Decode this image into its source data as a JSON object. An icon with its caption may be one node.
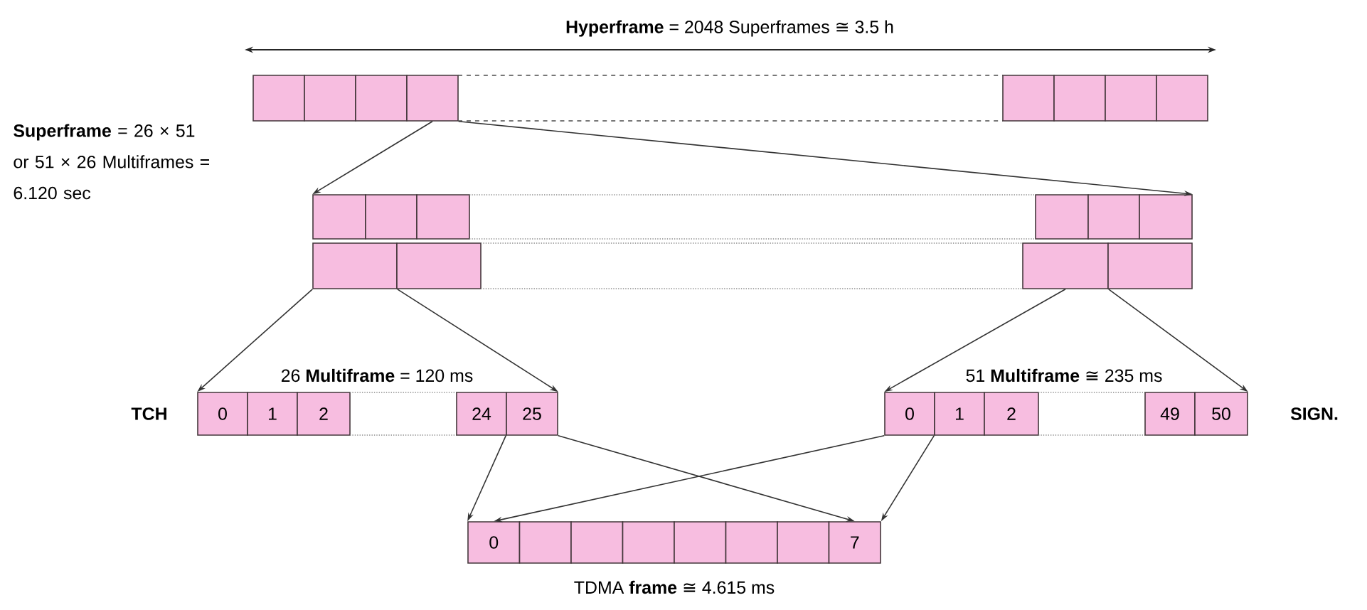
{
  "diagram": {
    "nodes": [
      {
        "text": [],
        "shape": "box"
      },
      {
        "text": [],
        "shape": "box"
      },
      {
        "text": [],
        "shape": "box"
      },
      {
        "text": [],
        "shape": "box"
      },
      {
        "text": [],
        "shape": "box"
      },
      {
        "text": [],
        "shape": "box"
      },
      {
        "text": [],
        "shape": "box"
      },
      {
        "text": [],
        "shape": "box"
      },
      {
        "text": [],
        "shape": "box"
      },
      {
        "text": [],
        "shape": "box"
      },
      {
        "text": [],
        "shape": "box"
      },
      {
        "text": [],
        "shape": "box"
      },
      {
        "text": [],
        "shape": "box"
      },
      {
        "text": [],
        "shape": "box"
      },
      {
        "text": [],
        "shape": "box"
      },
      {
        "text": [],
        "shape": "box"
      },
      {
        "text": [],
        "shape": "box"
      },
      {
        "text": [],
        "shape": "box"
      },
      {
        "text": [],
        "shape": "box"
      },
      {
        "text": [],
        "shape": "box"
      },
      {
        "text": [],
        "shape": "box"
      },
      {
        "text": [
          "0"
        ]
      },
      {
        "text": [
          "1"
        ]
      },
      {
        "text": [
          "2"
        ]
      },
      {
        "text": [],
        "shape": "box"
      },
      {
        "text": [
          "24"
        ]
      },
      {
        "text": [
          "25"
        ]
      },
      {
        "text": [
          "0"
        ]
      },
      {
        "text": [
          "1"
        ]
      },
      {
        "text": [
          "2"
        ]
      },
      {
        "text": [],
        "shape": "box"
      },
      {
        "text": [
          "49"
        ]
      },
      {
        "text": [
          "50"
        ]
      },
      {
        "text": [
          "0"
        ]
      },
      {
        "text": [],
        "shape": "box"
      },
      {
        "text": [],
        "shape": "box"
      },
      {
        "text": [],
        "shape": "box"
      },
      {
        "text": [],
        "shape": "box"
      },
      {
        "text": [],
        "shape": "box"
      },
      {
        "text": [],
        "shape": "box"
      },
      {
        "text": [
          "7"
        ]
      }
    ],
    "edges": [
      {
        "from": 3,
        "to": 9,
        "arrow": "to"
      },
      {
        "from": 3,
        "to": 15,
        "arrow": "to"
      },
      {
        "from": 16,
        "to": 21,
        "arrow": "to"
      },
      {
        "from": 16,
        "to": 26,
        "arrow": "to"
      },
      {
        "from": 19,
        "to": 27,
        "arrow": "to"
      },
      {
        "from": 19,
        "to": 32,
        "arrow": "to"
      },
      {
        "from": 26,
        "to": 33,
        "arrow": "to"
      },
      {
        "from": 26,
        "to": 40,
        "arrow": "to"
      },
      {
        "from": 27,
        "to": 33,
        "arrow": "to"
      },
      {
        "from": 28,
        "to": 40,
        "arrow": "to"
      }
    ],
    "labels": [
      "**Hyperframe** = 2048 Superframes ≅ 3.5 h",
      "**Superframe** = 26 × 51 or 51 × 26 Multiframes = 6.120 sec",
      "26 **Multiframe** = 120 ms",
      "TCH",
      "51 **Multiframe** ≅ 235 ms",
      "SIGN.",
      "TDMA **frame** ≅ 4.615 ms"
    ]
  }
}
